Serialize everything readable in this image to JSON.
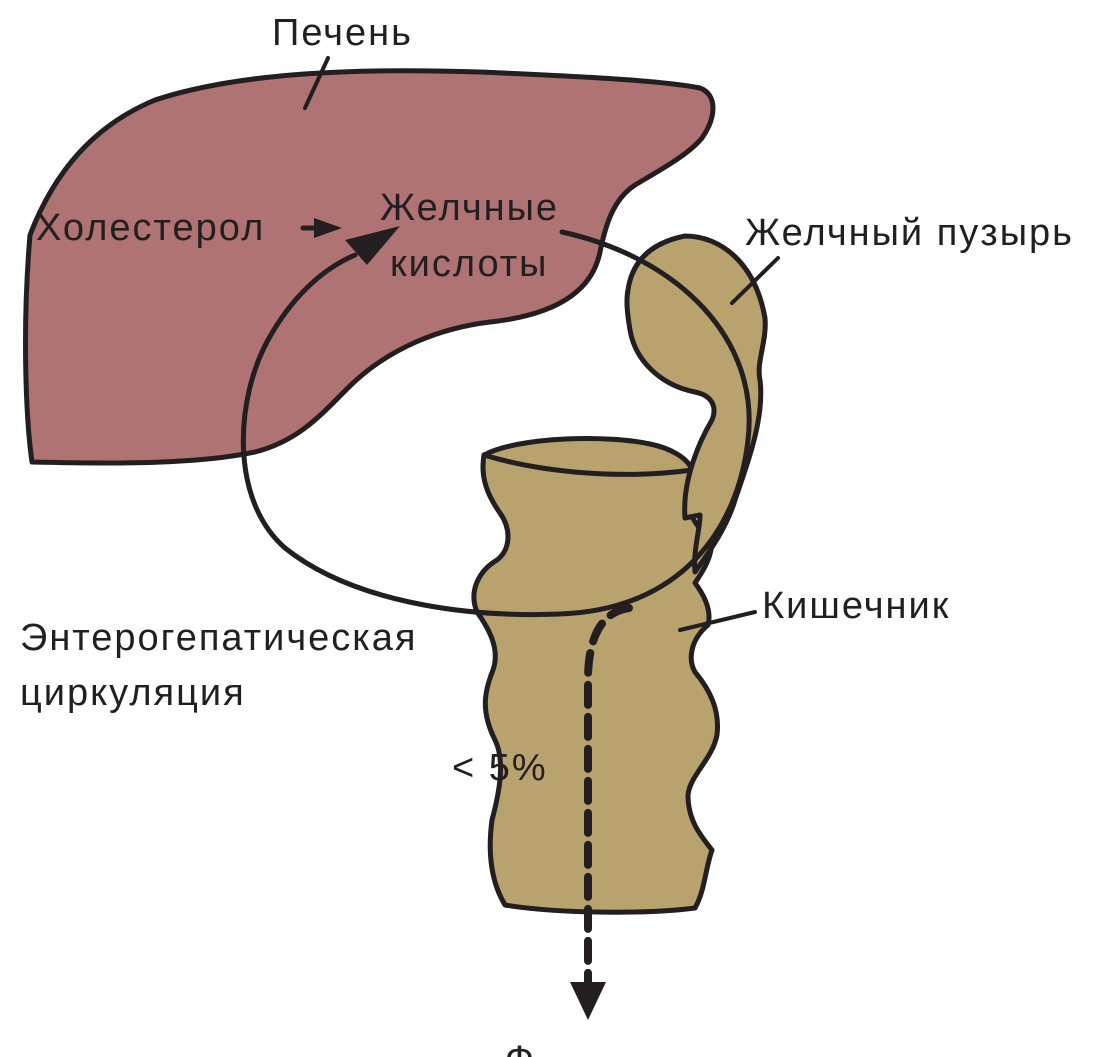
{
  "colors": {
    "liver": "#ae7372",
    "organ": "#b8a26d",
    "ink": "#231f20"
  },
  "labels": {
    "liver": "Печень",
    "cholesterol": "Холестерол",
    "bile_acids_line1": "Желчные",
    "bile_acids_line2": "кислоты",
    "gallbladder": "Желчный пузырь",
    "intestine": "Кишечник",
    "circulation_line1": "Энтерогепатическая",
    "circulation_line2": "циркуляция",
    "excretion_percent": "< 5%",
    "feces_partial": "Ф"
  }
}
